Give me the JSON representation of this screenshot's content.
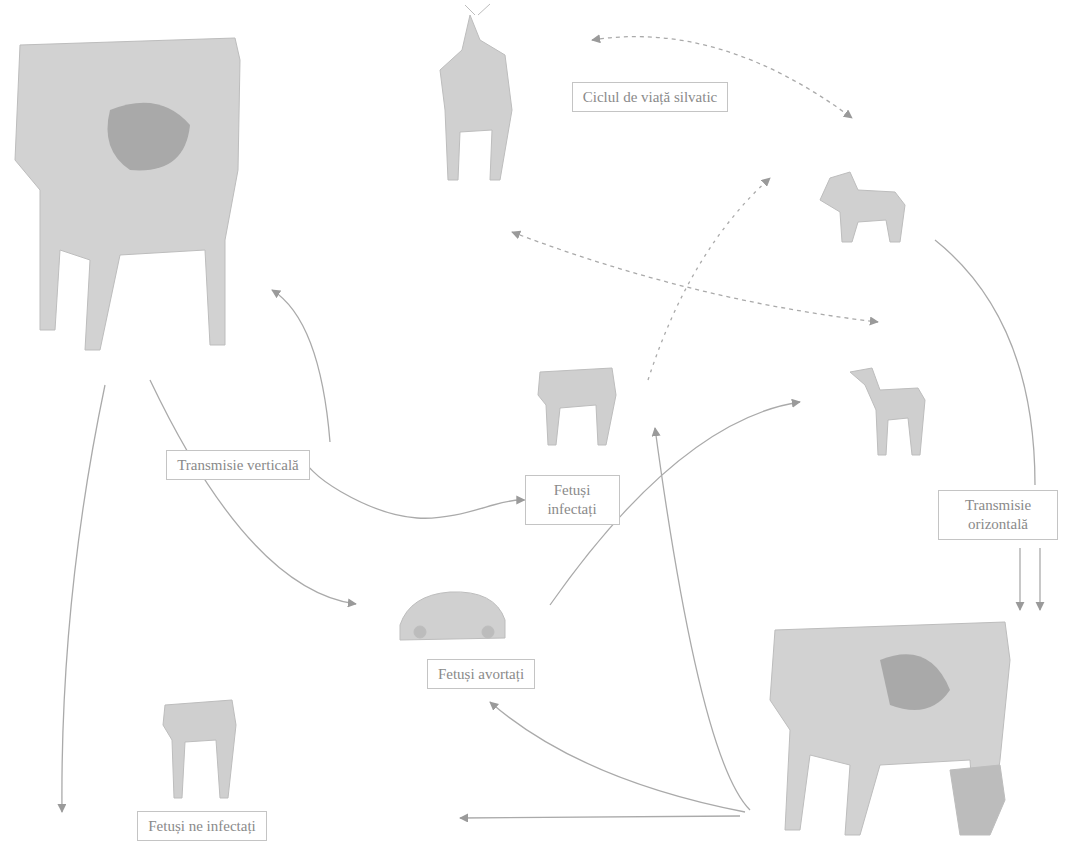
{
  "diagram": {
    "nodes": [
      {
        "text": [
          "Ciclul de viață silvatic"
        ]
      },
      {
        "text": [
          "Transmisie verticală"
        ]
      },
      {
        "text": [
          "Fetuși infectați"
        ]
      },
      {
        "text": [
          "Transmisie orizontală"
        ]
      },
      {
        "text": [
          "Fetuși avortați"
        ]
      },
      {
        "text": [
          "Fetuși ne infectați"
        ]
      }
    ],
    "edges": [
      {
        "from": 1,
        "to": 2,
        "arrow": "to"
      }
    ]
  }
}
